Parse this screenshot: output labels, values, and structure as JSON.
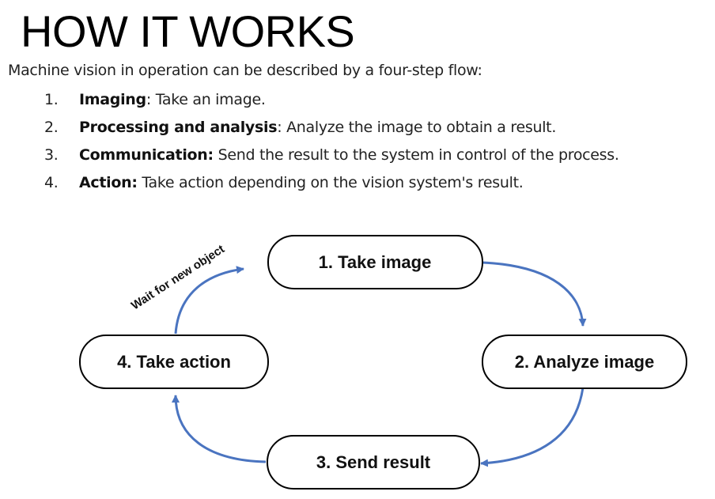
{
  "title": "HOW IT WORKS",
  "intro": "Machine vision in operation can be described by a four-step flow:",
  "steps": [
    {
      "num": "1.",
      "term": "Imaging",
      "sep": ":",
      "desc": " Take an image."
    },
    {
      "num": "2.",
      "term": "Processing and analysis",
      "sep": ":",
      "desc": " Analyze the image to obtain a result."
    },
    {
      "num": "3.",
      "term": "Communication:",
      "sep": "",
      "desc": " Send the result to the system in control of the process."
    },
    {
      "num": "4.",
      "term": "Action:",
      "sep": "",
      "desc": " Take action depending on the vision system's result."
    }
  ],
  "diagram": {
    "nodes": [
      "1. Take image",
      "2. Analyze image",
      "3. Send result",
      "4. Take action"
    ],
    "loop_label": "Wait for new object",
    "arrow_color": "#4a74c0"
  }
}
